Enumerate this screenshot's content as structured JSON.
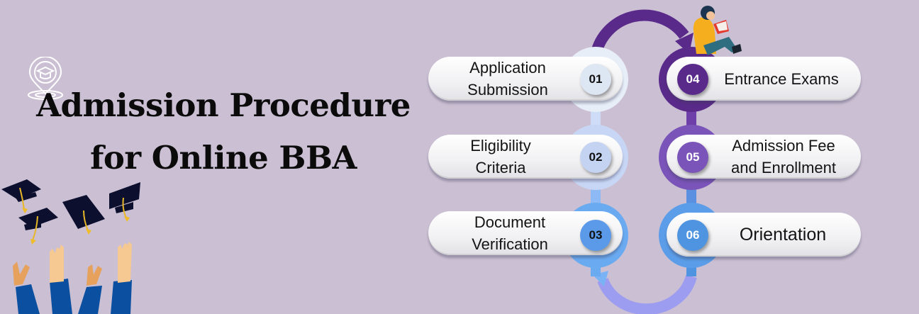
{
  "title": {
    "line1": "Admission Procedure",
    "line2": "for Online BBA"
  },
  "icons": {
    "title_icon": "graduation-cap-location-pin-icon",
    "decor": "graduation-caps-and-raised-hands-illustration",
    "reader": "student-reading-book-illustration"
  },
  "steps": [
    {
      "number": "01",
      "line1": "Application",
      "line2": "Submission",
      "color": "#dde6f3"
    },
    {
      "number": "02",
      "line1": "Eligibility",
      "line2": "Criteria",
      "color": "#c4d3f2"
    },
    {
      "number": "03",
      "line1": "Document",
      "line2": "Verification",
      "color": "#6aaaf0"
    },
    {
      "number": "04",
      "line1": "Entrance Exams",
      "line2": "",
      "color": "#5a2a8a"
    },
    {
      "number": "05",
      "line1": "Admission Fee",
      "line2": "and Enrollment",
      "color": "#7a54b8"
    },
    {
      "number": "06",
      "line1": "Orientation",
      "line2": "",
      "color": "#4f94e0"
    }
  ],
  "colors": {
    "background": "#cbbfd3",
    "top_arc": "#5a2a8a",
    "bottom_arc": "#9c9cf0"
  }
}
